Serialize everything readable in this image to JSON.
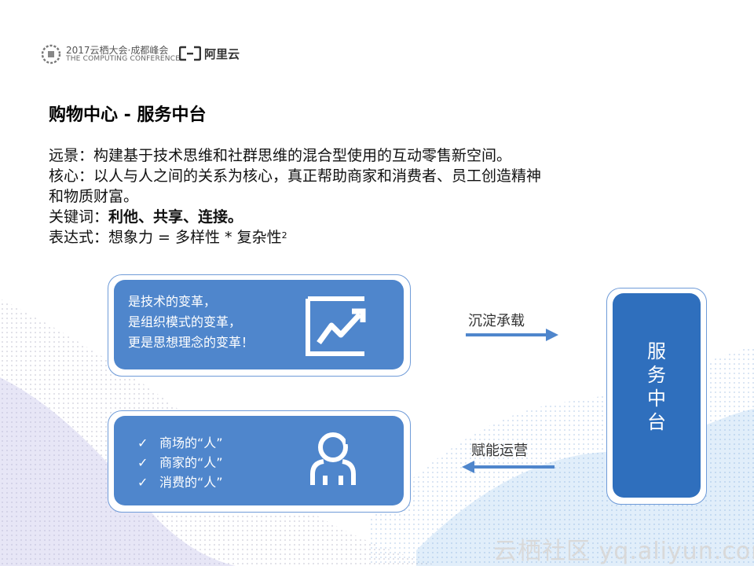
{
  "header": {
    "conference_title": "2017云栖大会·成都峰会",
    "conference_subtitle": "THE COMPUTING CONFERENCE",
    "brand_name": "阿里云"
  },
  "slide": {
    "title": "购物中心 - 服务中台",
    "line1": "远景：构建基于技术思维和社群思维的混合型使用的互动零售新空间。",
    "line2": "核心：以人与人之间的关系为核心，真正帮助商家和消费者、员工创造精神",
    "line3": "和物质财富。",
    "line4_prefix": "关键词：",
    "line4_bold": "利他、共享、连接。",
    "line5": "表达式：想象力 = 多样性 * 复杂性",
    "line5_sup": "2"
  },
  "box_top": {
    "lines": [
      "是技术的变革，",
      "是组织模式的变革，",
      "更是思想理念的变革！"
    ],
    "icon": "trend-chart-icon"
  },
  "box_bottom": {
    "check_glyph": "✓",
    "items": [
      "商场的“人”",
      "商家的“人”",
      "消费的“人”"
    ],
    "icon": "person-icon"
  },
  "arrows": {
    "top_label": "沉淀承载",
    "bottom_label": "赋能运营"
  },
  "platform": {
    "label": "服务中台"
  },
  "watermark": "云栖社区 yq.aliyun.com",
  "colors": {
    "box_fill": "#4f86cc",
    "platform_fill": "#2f6fbd",
    "border": "#6f9bd8"
  }
}
